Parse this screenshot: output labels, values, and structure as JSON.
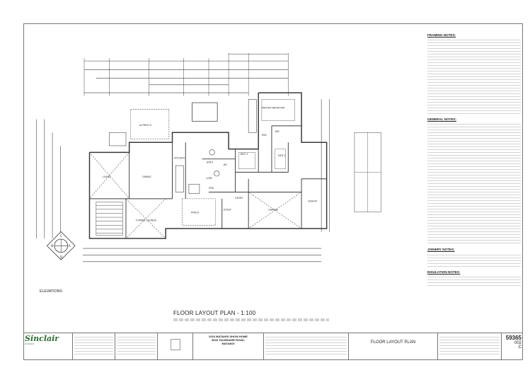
{
  "plan": {
    "title": "FLOOR LAYOUT PLAN - 1:100",
    "rooms": {
      "master_bedroom": "MASTER BEDROOM",
      "bed2": "BED 2",
      "bed3": "BED 3",
      "kitchen": "KITCHEN",
      "living": "LIVING",
      "dining": "DINING",
      "formal_lounge": "FORMAL LOUNGE",
      "garage": "GARAGE",
      "study": "STUDY",
      "wic": "WIC",
      "ens": "ENS",
      "bath": "BATH",
      "ldry": "LDRY",
      "wc": "WC",
      "pdr": "PDR",
      "entry": "ENTRY",
      "porch": "PORCH",
      "wshop": "WSHOP",
      "alfresco": "ALFRESCO"
    },
    "elevations": {
      "label": "ELEVATIONS",
      "n": "C",
      "e": "A",
      "s": "D",
      "w": "B"
    }
  },
  "notes": {
    "sections": [
      {
        "heading": "FRAMING NOTES:"
      },
      {
        "heading": "GENERAL NOTES:"
      },
      {
        "heading": "JOINERY NOTES:"
      },
      {
        "heading": "INSULATION NOTES:"
      }
    ]
  },
  "title_block": {
    "logo": "Sinclair",
    "logo_sub": "HOMES",
    "project": "2016 MATANGI SHOW HOME",
    "address_line1": "3028 TAUWHARE ROAD,",
    "address_line2": "MATANGI",
    "sheet_title": "FLOOR LAYOUT PLAN",
    "job_no": "59365",
    "sheet_no": "002",
    "revision": "C"
  },
  "colors": {
    "line": "#3a3a3a",
    "brand": "#2b6b2f"
  }
}
